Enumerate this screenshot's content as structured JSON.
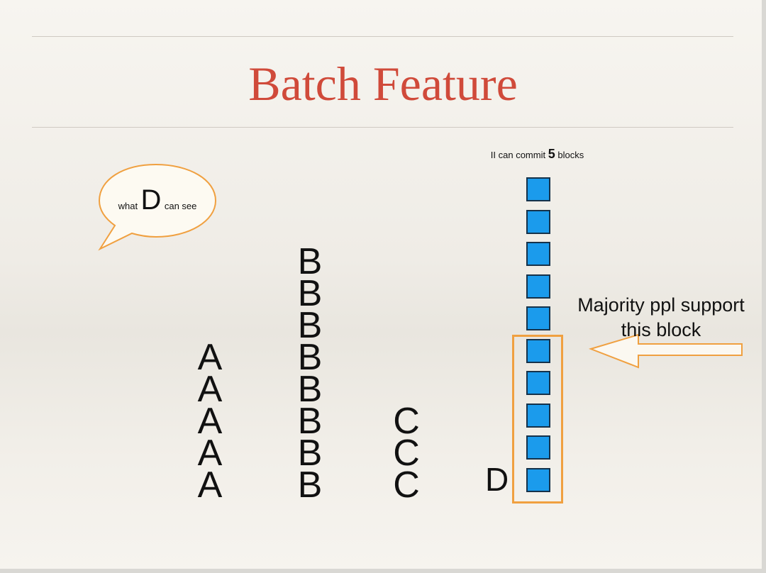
{
  "slide": {
    "title": "Batch Feature",
    "caption": {
      "prefix": "II can commit",
      "number": "5",
      "suffix": "blocks"
    },
    "bubble": {
      "prefix": "what",
      "letter": "D",
      "suffix": "can see"
    },
    "columns": {
      "a": [
        "A",
        "A",
        "A",
        "A",
        "A"
      ],
      "b": [
        "B",
        "B",
        "B",
        "B",
        "B",
        "B",
        "B",
        "B"
      ],
      "c": [
        "C",
        "C",
        "C"
      ]
    },
    "d_label": "D",
    "blocks": {
      "count": 10,
      "highlighted_from": 6
    },
    "annotation": {
      "line1": "Majority ppl support",
      "line2": "this block"
    },
    "colors": {
      "title": "#d04a3a",
      "block": "#1b9bec",
      "highlight": "#f0a040"
    }
  }
}
